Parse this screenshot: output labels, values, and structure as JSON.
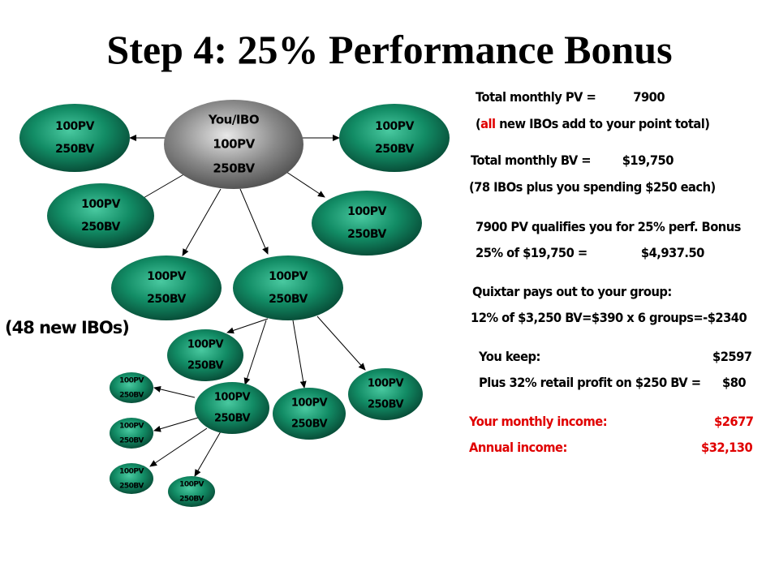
{
  "title": "Step 4: 25% Performance Bonus",
  "diagram": {
    "root": {
      "lines": [
        "You/IBO",
        "100PV",
        "250BV"
      ]
    },
    "member": {
      "lines": [
        "100PV",
        "250BV"
      ]
    },
    "group_count_label": "(48 new IBOs)"
  },
  "notes": {
    "pv_label": "Total monthly PV =",
    "pv_value": "7900",
    "pv_note_open": "(",
    "pv_note_highlight": "all",
    "pv_note_rest": " new IBOs add to your point total)",
    "bv_label": "Total monthly BV =",
    "bv_value": "$19,750",
    "bv_note": "(78 IBOs plus you spending $250 each)",
    "qualify_line": "7900 PV qualifies you for 25% perf. Bonus",
    "bonus_label": "25% of $19,750 =",
    "bonus_value": "$4,937.50",
    "payout_line1": "Quixtar pays out to your group:",
    "payout_line2": "12% of $3,250 BV=$390 x 6 groups=-$2340",
    "keep_label": "You keep:",
    "keep_value": "$2597",
    "retail_label": "Plus 32% retail profit on $250 BV =",
    "retail_value": "$80",
    "monthly_label": "Your monthly income:",
    "monthly_value": "$2677",
    "annual_label": "Annual income:",
    "annual_value": "$32,130"
  },
  "colors": {
    "node_green": "#0f8a63",
    "node_green_light": "#3fbf95",
    "node_green_dark": "#0a5e44",
    "root_gray": "#8c8c8c",
    "highlight_red": "#e00000"
  }
}
